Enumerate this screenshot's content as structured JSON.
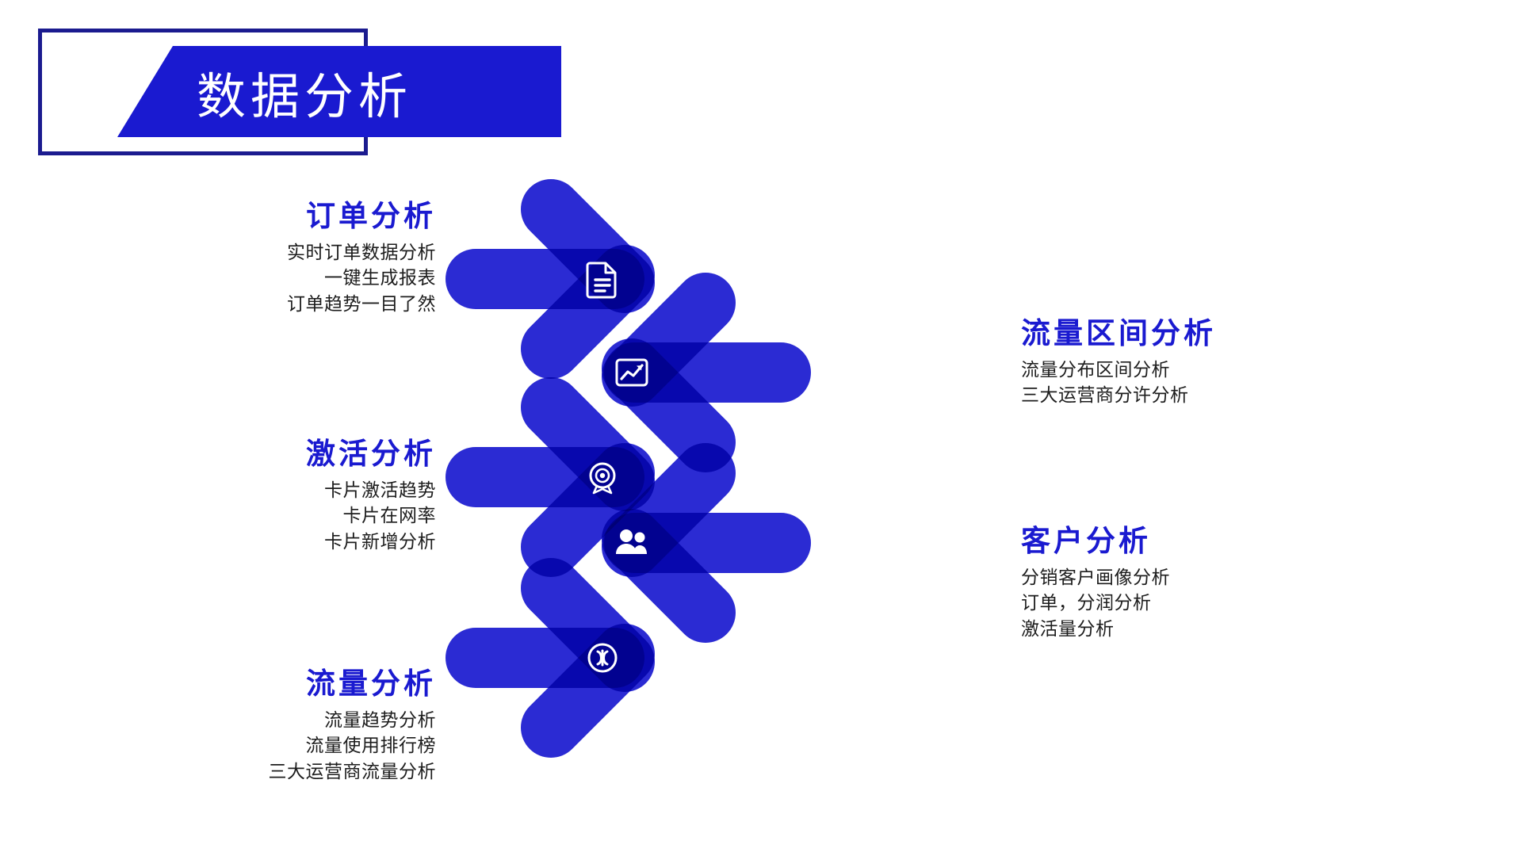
{
  "title": {
    "text": "数据分析"
  },
  "colors": {
    "brand_blue": "#1a1ad0",
    "frame_navy": "#1b1b8f",
    "dark_navy": "#0d0d6b",
    "body_text": "#1d1d1d",
    "white": "#ffffff"
  },
  "sections": [
    {
      "heading": "订单分析",
      "icon": "document-icon",
      "direction": "right",
      "lines": [
        "实时订单数据分析",
        "一键生成报表",
        "订单趋势一目了然"
      ]
    },
    {
      "heading": "流量区间分析",
      "icon": "chart-trend-icon",
      "direction": "left",
      "lines": [
        "流量分布区间分析",
        "三大运营商分许分析"
      ]
    },
    {
      "heading": "激活分析",
      "icon": "target-icon",
      "direction": "right",
      "lines": [
        "卡片激活趋势",
        "卡片在网率",
        "卡片新增分析"
      ]
    },
    {
      "heading": "客户分析",
      "icon": "people-icon",
      "direction": "left",
      "lines": [
        "分销客户画像分析",
        "订单，分润分析",
        "激活量分析"
      ]
    },
    {
      "heading": "流量分析",
      "icon": "signal-icon",
      "direction": "right",
      "lines": [
        "流量趋势分析",
        "流量使用排行榜",
        "三大运营商流量分析"
      ]
    }
  ]
}
